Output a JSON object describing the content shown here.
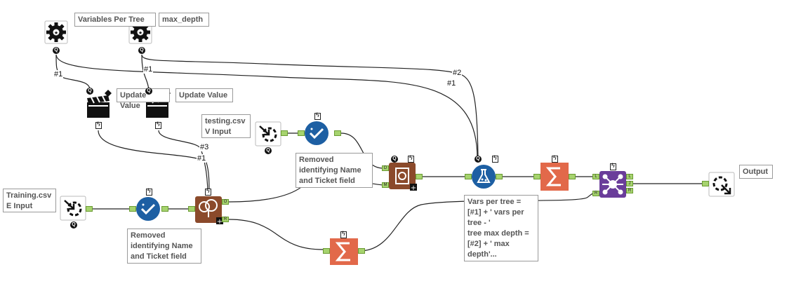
{
  "annotations": {
    "variables_per_tree": "Variables Per Tree",
    "max_depth": "max_depth",
    "update_value_1": "Update Value",
    "update_value_2": "Update Value",
    "testing_input": "testing.csv\nV Input",
    "training_input": "Training.csv\nE Input",
    "removed_fields_top": "Removed\nidentifying Name\nand Ticket field",
    "removed_fields_bottom": "Removed\nidentifying Name\nand Ticket field",
    "formula_expression": "Vars per tree =\n[#1] + ' vars per\ntree - '\ntree max depth =\n[#2] + ' max\ndepth'...",
    "output": "Output"
  },
  "connection_labels": {
    "c1": "#1",
    "c2": "#1",
    "c3": "#2",
    "c4": "#1",
    "c5": "#3",
    "c6": "#1"
  },
  "ports": {
    "q": "Q",
    "o": "O",
    "r": "R",
    "d": "D",
    "m": "M",
    "l": "L",
    "j": "J"
  },
  "colors": {
    "interface_tool": "#111111",
    "select_tool": "#1d5fa3",
    "model_tool": "#8b4a2b",
    "score_tool": "#1d5fa3",
    "summarize_tool": "#e2694a",
    "join_tool": "#6a3d9a",
    "port_green": "#a6d36e"
  },
  "icons": {
    "numeric_updown": "gear-icon",
    "action": "clapperboard-icon",
    "input": "input-arrow-icon",
    "select": "check-circle-icon",
    "forest_model": "tree-model-icon",
    "score": "flask-icon",
    "summarize": "sigma-icon",
    "join": "join-icon",
    "output": "output-arrow-icon"
  }
}
